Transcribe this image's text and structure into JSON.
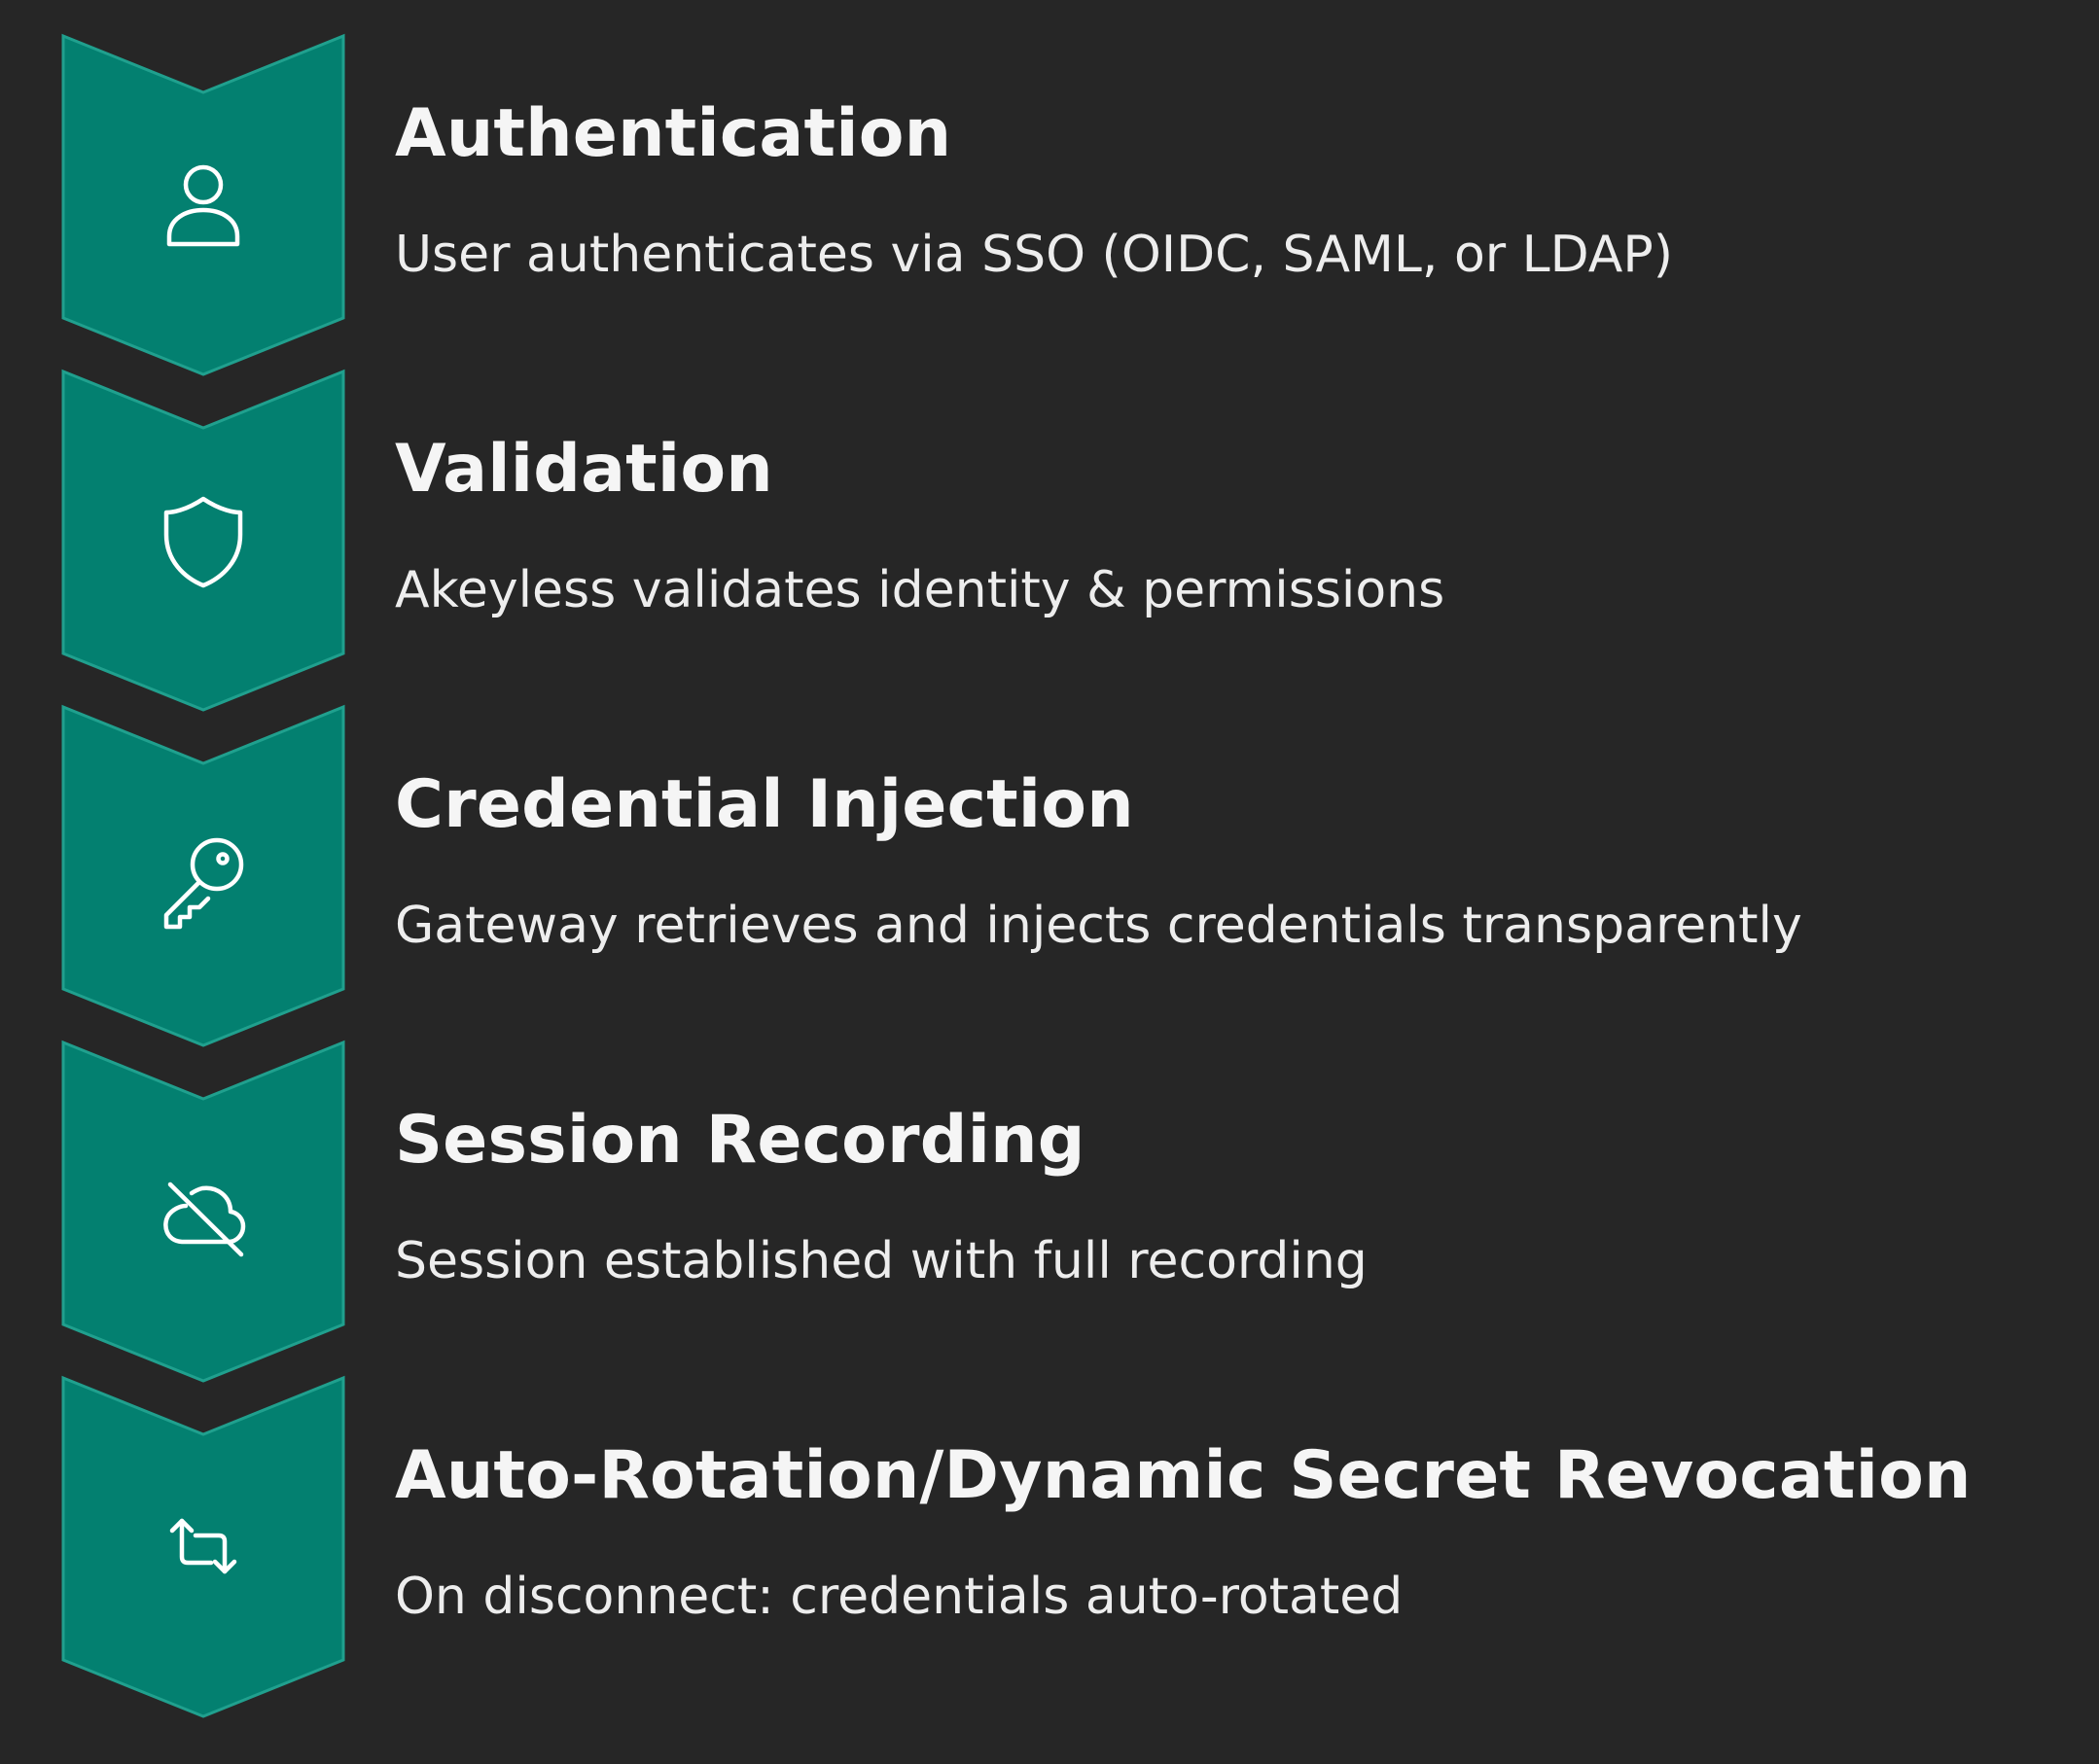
{
  "colors": {
    "background": "#262626",
    "chevron_fill": "#038070",
    "chevron_border": "#20a08e",
    "title_text": "#f5f5f5",
    "description_text": "#ededed",
    "icon_stroke": "#ffffff"
  },
  "steps": [
    {
      "icon": "user-icon",
      "title": "Authentication",
      "description": "User authenticates via SSO (OIDC, SAML, or LDAP)"
    },
    {
      "icon": "shield-icon",
      "title": "Validation",
      "description": "Akeyless validates identity & permissions"
    },
    {
      "icon": "key-icon",
      "title": "Credential Injection",
      "description": "Gateway retrieves and injects credentials transparently"
    },
    {
      "icon": "cloud-off-icon",
      "title": "Session Recording",
      "description": "Session established with full recording"
    },
    {
      "icon": "repeat-icon",
      "title": "Auto-Rotation/Dynamic Secret Revocation",
      "description": "On disconnect: credentials auto-rotated"
    }
  ]
}
